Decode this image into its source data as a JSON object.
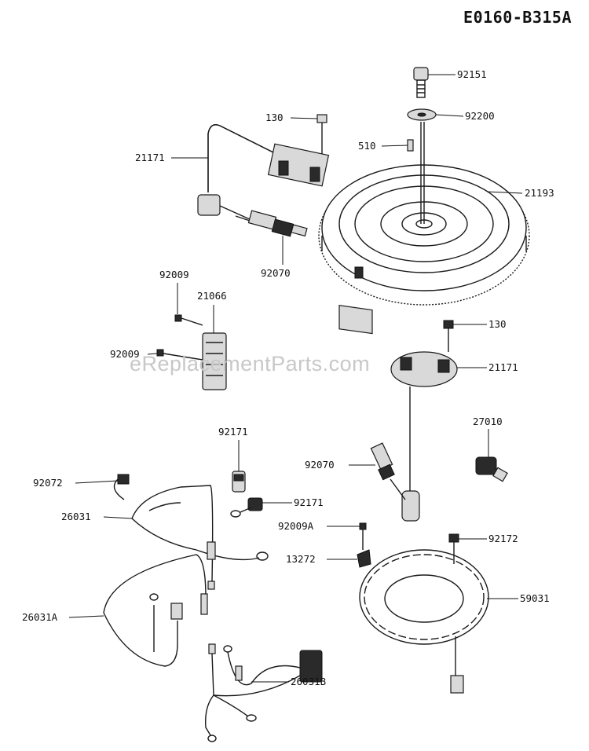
{
  "diagram": {
    "code": "E0160-B315A",
    "watermark": "eReplacementParts.com",
    "labels": {
      "p92151": "92151",
      "p92200": "92200",
      "p130_top": "130",
      "p510": "510",
      "p21171_top": "21171",
      "p21193": "21193",
      "p92070_top": "92070",
      "p92009_a": "92009",
      "p21066": "21066",
      "p92009_b": "92009",
      "p130_mid": "130",
      "p21171_mid": "21171",
      "p92171_top": "92171",
      "p27010": "27010",
      "p92070_mid": "92070",
      "p92072": "92072",
      "p92171_mid": "92171",
      "p26031": "26031",
      "p92009A": "92009A",
      "p92172": "92172",
      "p13272": "13272",
      "p59031": "59031",
      "p26031A": "26031A",
      "p26031B": "26031B"
    }
  }
}
